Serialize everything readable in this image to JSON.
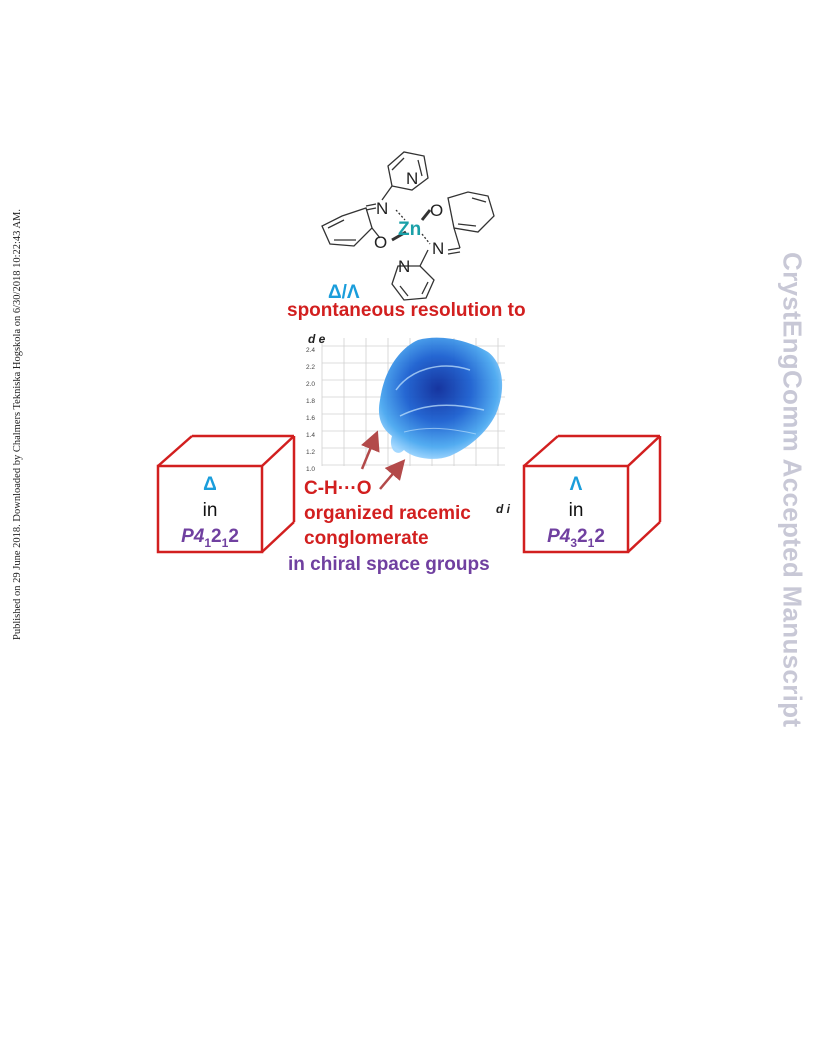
{
  "side_note": "Published on 29 June 2018. Downloaded by Chalmers Tekniska Hogskola on 6/30/2018 10:22:43 AM.",
  "watermark": "CrystEngComm Accepted Manuscript",
  "molecule": {
    "atoms": {
      "n1": "N",
      "n2": "N",
      "n3": "N",
      "n4": "N",
      "zn": "Zn",
      "o1": "O",
      "o2": "O"
    },
    "colors": {
      "zn": "#1aa0a8",
      "bond": "#333333"
    }
  },
  "figure": {
    "chirality_label": "Δ/Λ",
    "heading": "spontaneous resolution to",
    "interaction": "C-H···O",
    "desc_line1": "organized racemic",
    "desc_line2": "conglomerate",
    "space_groups_line": "in chiral space groups"
  },
  "plot": {
    "axis_label_top": "d e",
    "axis_label_right": "d i",
    "y_ticks": [
      "2.4",
      "2.2",
      "2.0",
      "1.8",
      "1.6",
      "1.4",
      "1.2",
      "1.0"
    ]
  },
  "left_box": {
    "symbol": "Δ",
    "word": "in",
    "sg_prefix": "P4",
    "sg_s1": "1",
    "sg_mid": "2",
    "sg_s2": "1",
    "sg_end": "2"
  },
  "right_box": {
    "symbol": "Λ",
    "word": "in",
    "sg_prefix": "P4",
    "sg_s1": "3",
    "sg_mid": "2",
    "sg_s2": "1",
    "sg_end": "2"
  },
  "colors": {
    "red": "#d21f1f",
    "blue": "#1a9ddb",
    "purple": "#7040a0",
    "watermark": "#c8c8d6",
    "fingerprint": "#1a5fd0"
  }
}
